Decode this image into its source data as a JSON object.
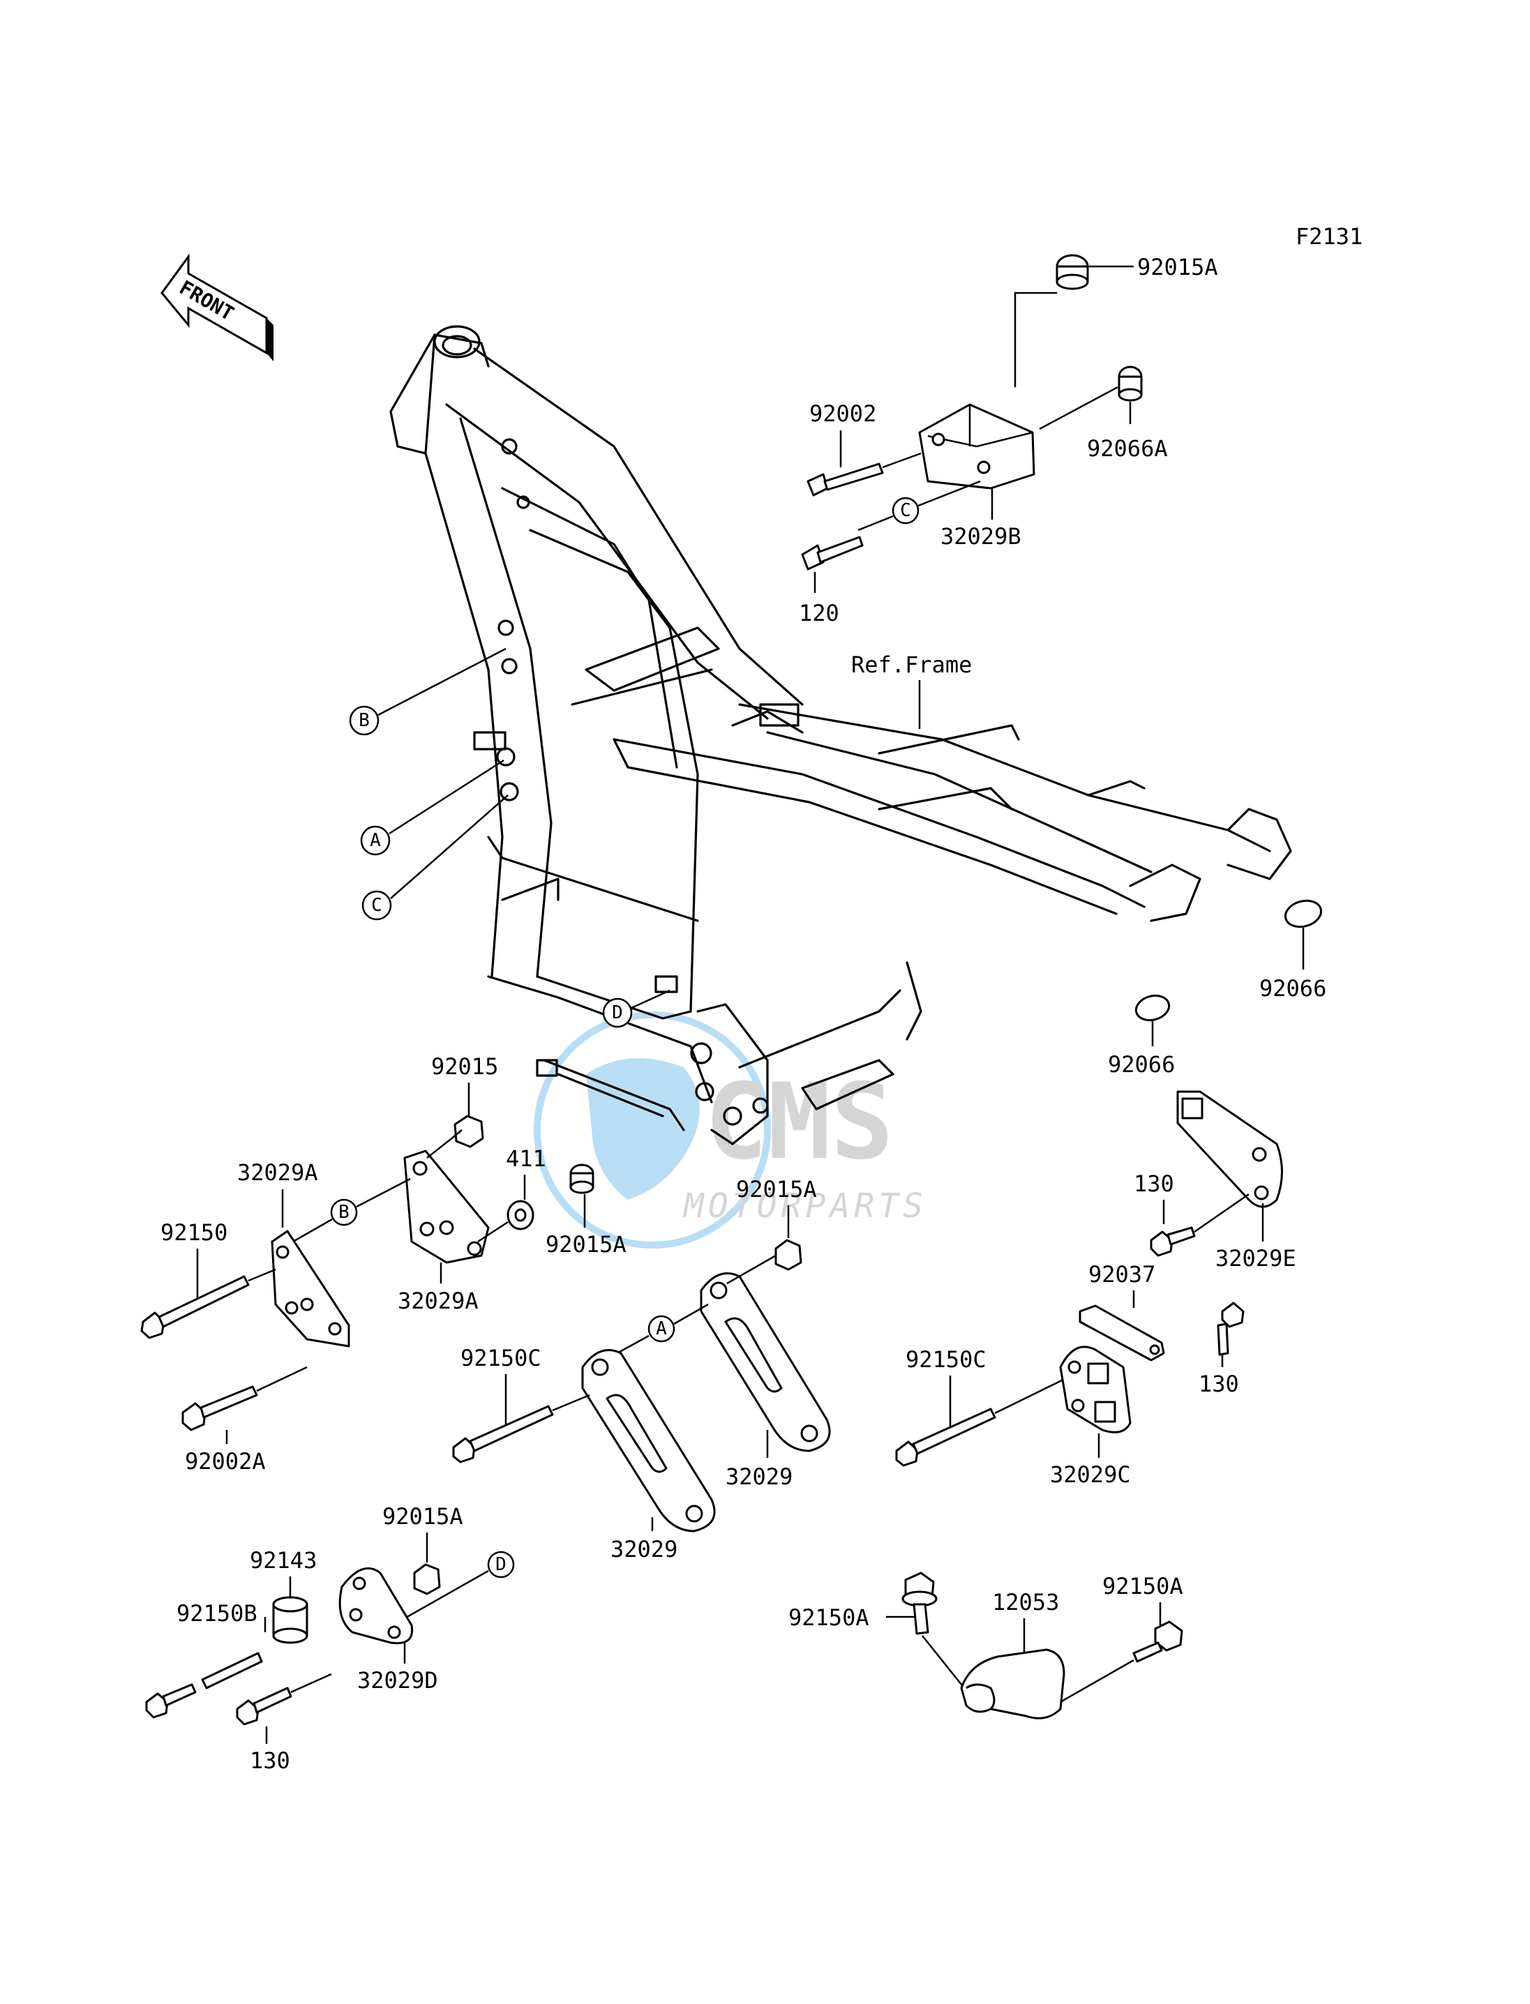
{
  "figure_code": "F2131",
  "front_arrow_label": "FRONT",
  "frame_reference": "Ref.Frame",
  "watermark": {
    "brand": "CMS",
    "subtitle": "MOTORPARTS"
  },
  "callout_letters": {
    "a": "A",
    "b": "B",
    "c": "C",
    "d": "D"
  },
  "parts": {
    "p92015A_top": "92015A",
    "p92066A": "92066A",
    "p92002": "92002",
    "p32029B": "32029B",
    "p120": "120",
    "p92066_right": "92066",
    "p92066_mid": "92066",
    "p92015": "92015",
    "p411": "411",
    "p32029A_left": "32029A",
    "p32029A_mid": "32029A",
    "p92150": "92150",
    "p92002A": "92002A",
    "p92015A_mid": "92015A",
    "p92015A_right": "92015A",
    "p92150C_left": "92150C",
    "p32029_right": "32029",
    "p32029_left": "32029",
    "p92015A_low": "92015A",
    "p92143": "92143",
    "p92150B": "92150B",
    "p32029D": "32029D",
    "p130_bottom": "130",
    "p130_upper": "130",
    "p32029E": "32029E",
    "p92037": "92037",
    "p130_mid": "130",
    "p92150C_right": "92150C",
    "p32029C": "32029C",
    "p92150A_left": "92150A",
    "p12053": "12053",
    "p92150A_right": "92150A"
  }
}
